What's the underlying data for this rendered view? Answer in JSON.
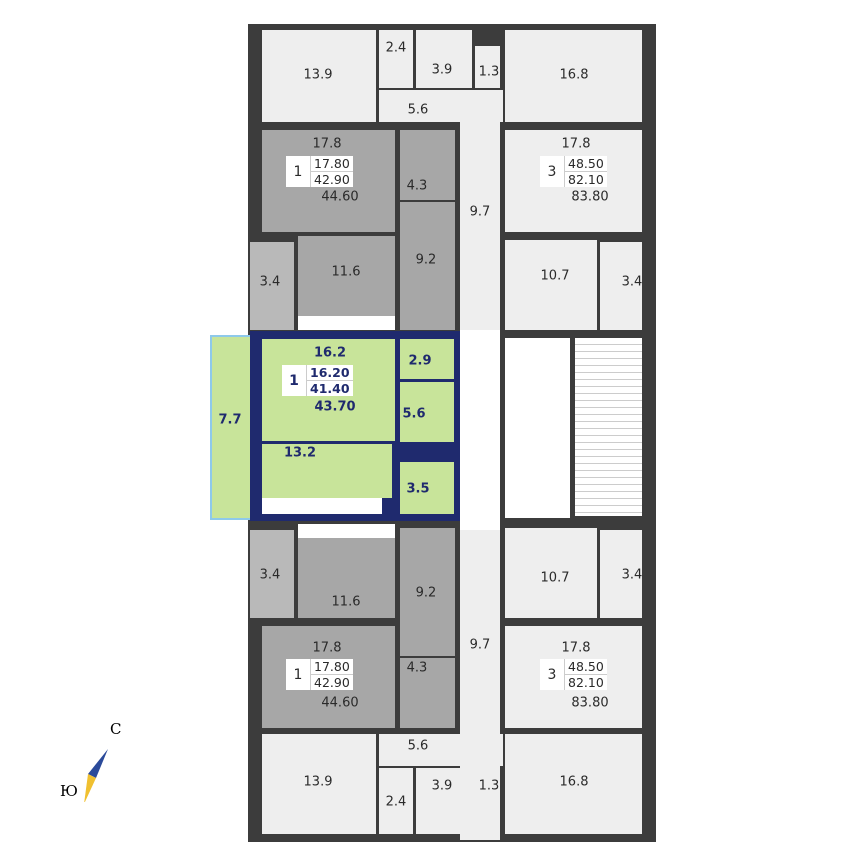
{
  "plan": {
    "top": {
      "r1": "13.9",
      "r2": "2.4",
      "r3": "3.9",
      "r4": "1.3",
      "r5": "16.8",
      "hall": "5.6",
      "corridor": "9.7"
    },
    "upper_left": {
      "room": "17.8",
      "bath": "4.3",
      "hall": "9.2",
      "kitchen": "11.6",
      "balcony": "3.4",
      "tag": {
        "rooms": "1",
        "living": "17.80",
        "total": "42.90",
        "total_with_balcony": "44.60"
      }
    },
    "upper_right": {
      "room": "17.8",
      "kitchen": "10.7",
      "balcony": "3.4",
      "tag": {
        "rooms": "3",
        "living": "48.50",
        "total": "82.10",
        "total_with_balcony": "83.80"
      }
    },
    "selected": {
      "room": "16.2",
      "storage": "2.9",
      "hall": "5.6",
      "kitchen": "13.2",
      "bath": "3.5",
      "balcony": "7.7",
      "tag": {
        "rooms": "1",
        "living": "16.20",
        "total": "41.40",
        "total_with_balcony": "43.70"
      }
    },
    "lower_left": {
      "room": "17.8",
      "bath": "4.3",
      "hall": "9.2",
      "kitchen": "11.6",
      "balcony": "3.4",
      "tag": {
        "rooms": "1",
        "living": "17.80",
        "total": "42.90",
        "total_with_balcony": "44.60"
      }
    },
    "lower_right": {
      "room": "17.8",
      "kitchen": "10.7",
      "balcony": "3.4",
      "tag": {
        "rooms": "3",
        "living": "48.50",
        "total": "82.10",
        "total_with_balcony": "83.80"
      }
    },
    "bottom": {
      "r1": "13.9",
      "r2": "2.4",
      "r3": "3.9",
      "r4": "1.3",
      "r5": "16.8",
      "hall": "5.6",
      "corridor": "9.7"
    }
  },
  "compass": {
    "north": "С",
    "south": "Ю",
    "colors": {
      "north": "#2b4a9a",
      "south": "#f0c030"
    }
  },
  "colors": {
    "selected_fill": "#c8e49a",
    "selected_wall": "#1f2a6e",
    "balcony_border": "#8ec9ea",
    "wall": "#3c3c3c"
  }
}
